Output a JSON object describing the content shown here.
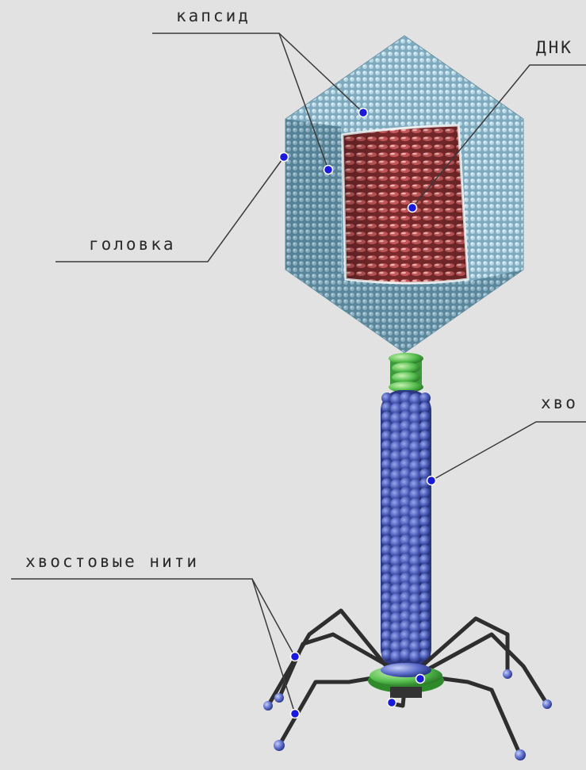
{
  "labels": {
    "capsid": "капсид",
    "dna": "ДНК",
    "head": "головка",
    "tail": "хво",
    "tail_fibers": "хвостовые нити"
  },
  "colors": {
    "background": "#e2e2e2",
    "capsid": "#8ab6c8",
    "dna": "#b8484a",
    "neck": "#5cc85a",
    "tail": "#4a5ab4",
    "fibers": "#2e2e2e",
    "marker": "#1a1adc",
    "leader_line": "#3a3a3a"
  }
}
